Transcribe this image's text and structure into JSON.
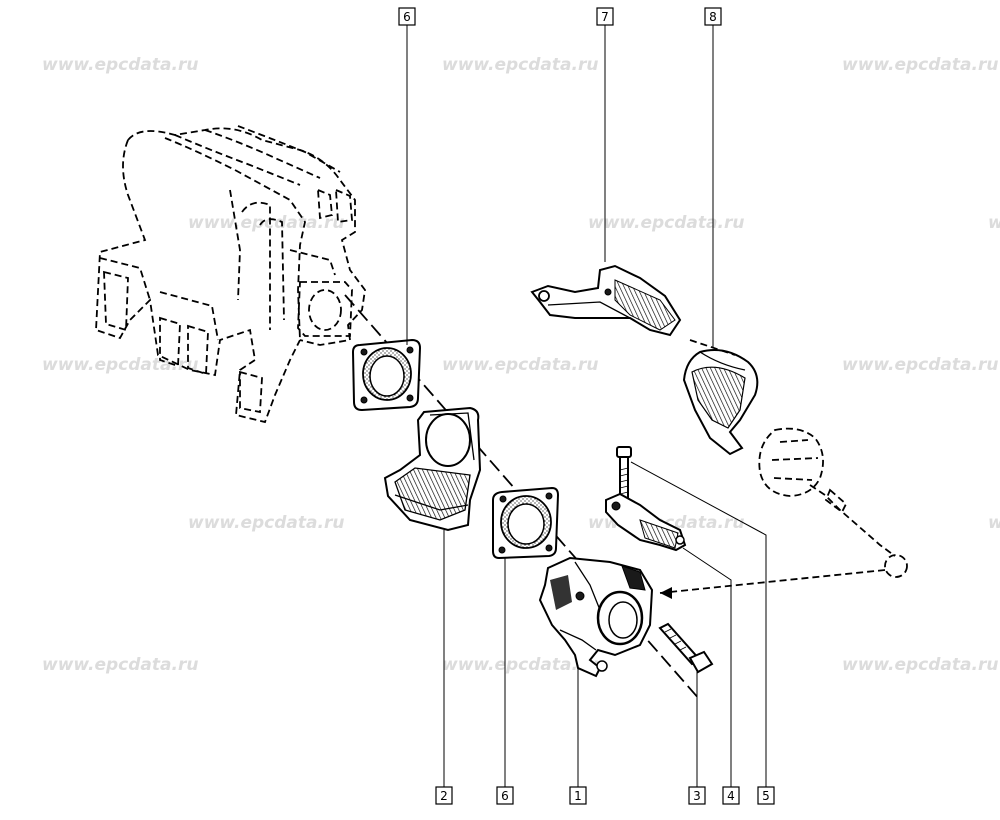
{
  "watermark": "www.epcdata.ru",
  "callouts_top": [
    "6",
    "7",
    "8"
  ],
  "callouts_bottom": [
    "2",
    "6",
    "1",
    "3",
    "4",
    "5"
  ]
}
